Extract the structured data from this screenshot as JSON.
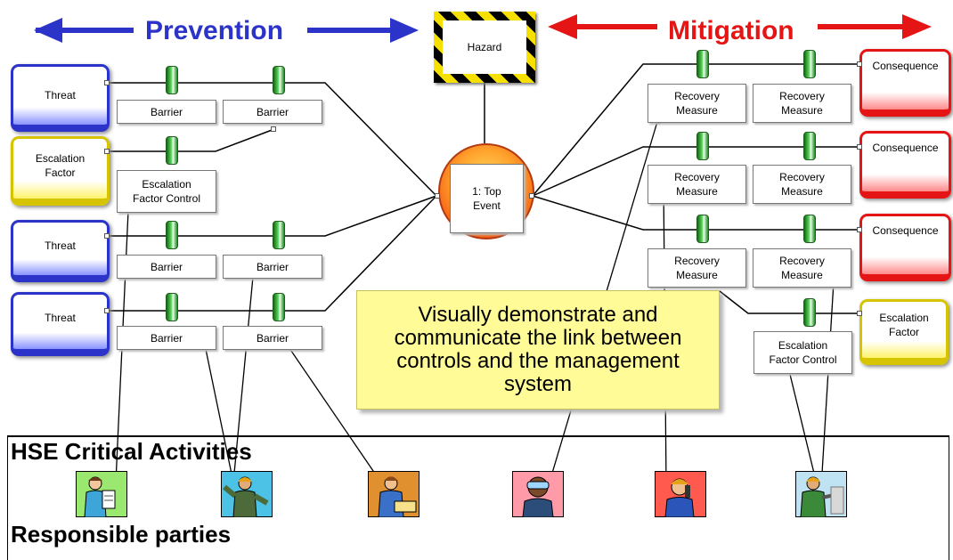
{
  "headers": {
    "prevention": "Prevention",
    "mitigation": "Mitigation"
  },
  "hazard": "Hazard",
  "top_event": "1: Top\nEvent",
  "threats": [
    "Threat",
    "Threat",
    "Threat"
  ],
  "escalation_factors": [
    "Escalation\nFactor",
    "Escalation\nFactor"
  ],
  "consequences": [
    "Consequence",
    "Consequence",
    "Consequence"
  ],
  "barriers": [
    "Barrier",
    "Barrier",
    "Barrier",
    "Barrier",
    "Barrier",
    "Barrier"
  ],
  "escalation_controls": [
    "Escalation\nFactor Control",
    "Escalation\nFactor Control"
  ],
  "recovery_measures": [
    "Recovery\nMeasure",
    "Recovery\nMeasure",
    "Recovery\nMeasure",
    "Recovery\nMeasure",
    "Recovery\nMeasure",
    "Recovery\nMeasure"
  ],
  "callout": "Visually demonstrate and communicate the link between controls and the management system",
  "panel": {
    "activities_label": "HSE Critical Activities",
    "parties_label": "Responsible parties"
  },
  "colors": {
    "prevention": "#2b33c8",
    "mitigation": "#e51515",
    "threat": "#2b33c8",
    "escalation": "#d6c400",
    "consequence": "#e51515",
    "barrier_tab": "#1e8a22",
    "callout": "#fffb96"
  },
  "clipart_icons": [
    "person-with-clipboard-icon",
    "worker-pointing-icon",
    "worker-at-desk-icon",
    "worker-with-goggles-icon",
    "worker-on-phone-icon",
    "worker-drilling-icon"
  ]
}
